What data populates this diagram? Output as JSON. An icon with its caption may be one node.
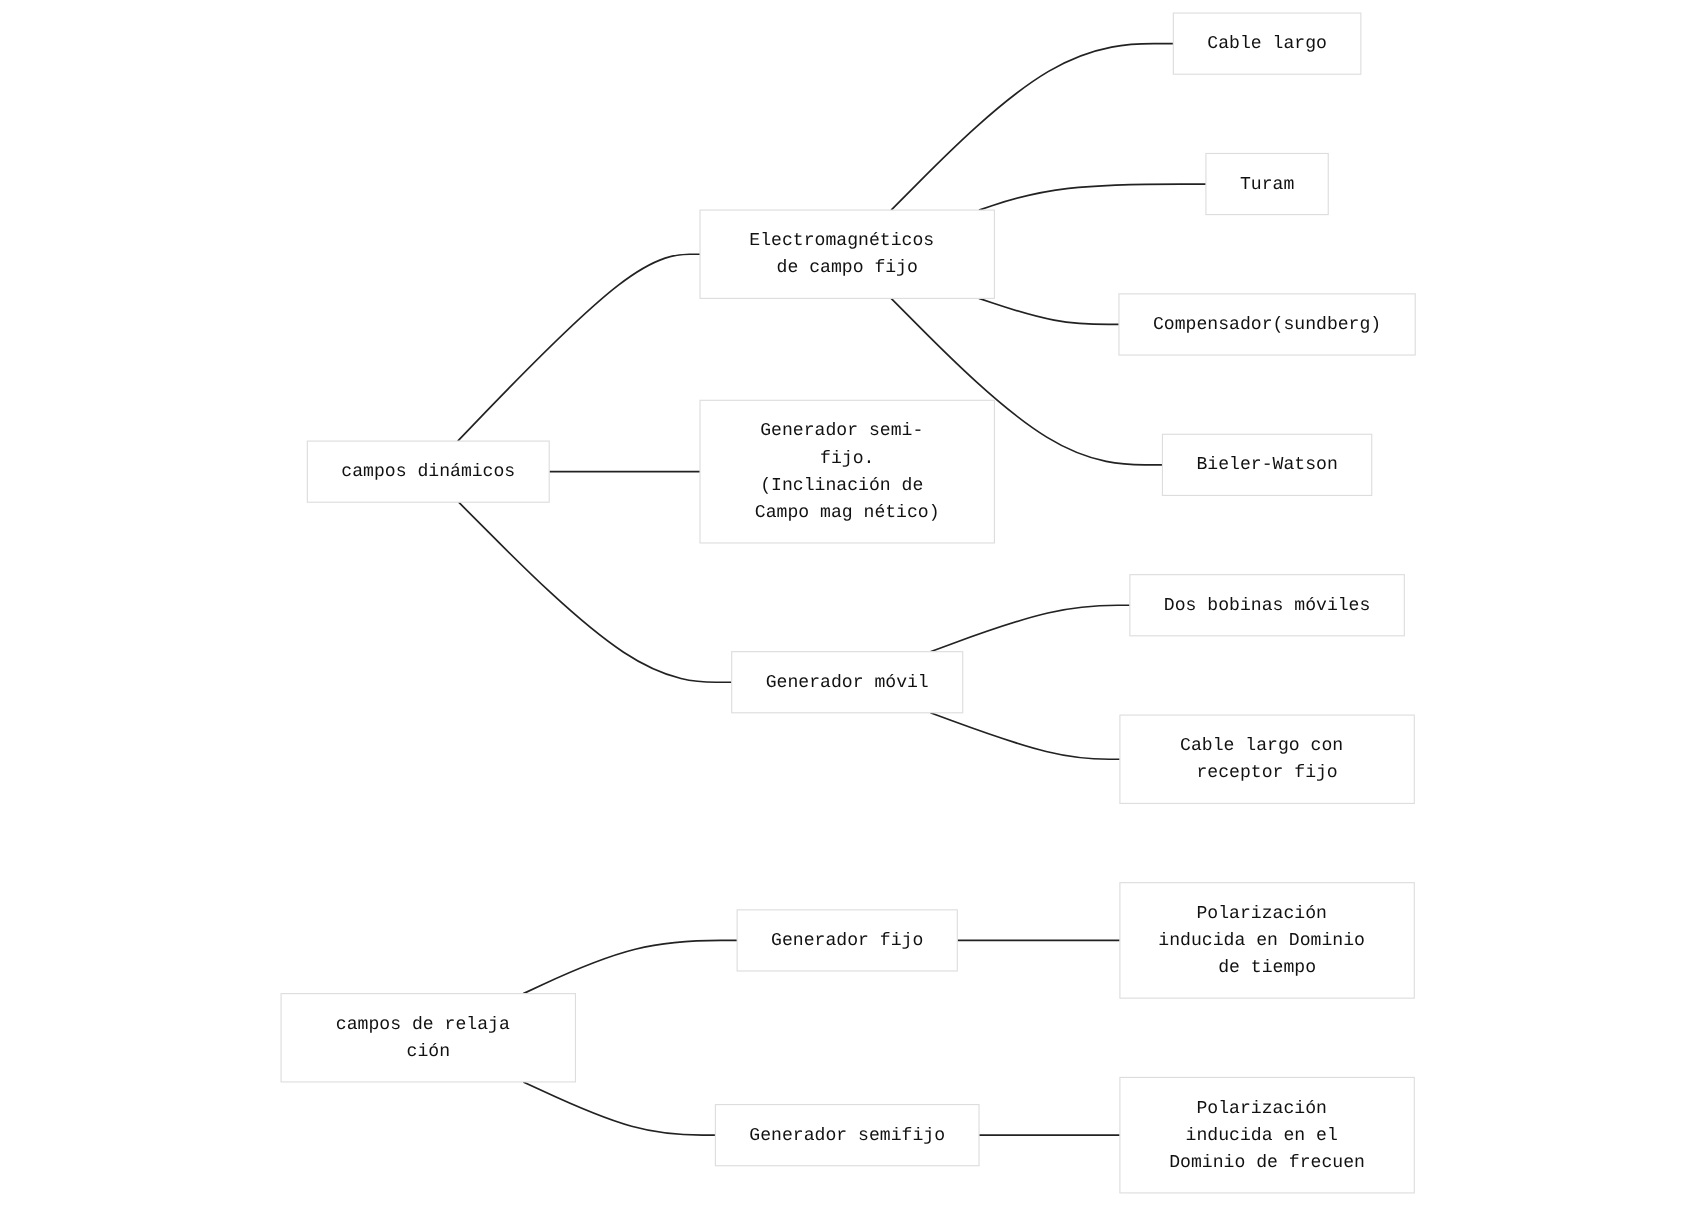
{
  "diagram": {
    "nodes": [
      {
        "text": [
          "campos dinámicos"
        ]
      },
      {
        "text": [
          "Electromagnéticos de campo fijo"
        ]
      },
      {
        "text": [
          "Cable largo"
        ]
      },
      {
        "text": [
          "Turam"
        ]
      },
      {
        "text": [
          "Compensador(sundberg)"
        ]
      },
      {
        "text": [
          "Bieler-Watson"
        ]
      },
      {
        "text": [
          "Generador semi- fijo.",
          "(Inclinación de Campo mag nético)"
        ]
      },
      {
        "text": [
          "Generador móvil"
        ]
      },
      {
        "text": [
          "Dos bobinas móviles"
        ]
      },
      {
        "text": [
          "Cable largo con receptor fijo"
        ]
      },
      {
        "text": [
          "campos de relaja ción"
        ]
      },
      {
        "text": [
          "Generador fijo"
        ]
      },
      {
        "text": [
          "Polarización inducida en Dominio de tiempo"
        ]
      },
      {
        "text": [
          "Generador semifijo"
        ]
      },
      {
        "text": [
          "Polarización inducida en el Dominio de frecuen"
        ]
      }
    ],
    "edges": [
      {
        "from": 0,
        "to": 1,
        "arrow": "none"
      },
      {
        "from": 1,
        "to": 2,
        "arrow": "none"
      },
      {
        "from": 1,
        "to": 3,
        "arrow": "none"
      },
      {
        "from": 1,
        "to": 4,
        "arrow": "none"
      },
      {
        "from": 1,
        "to": 5,
        "arrow": "none"
      },
      {
        "from": 0,
        "to": 6,
        "arrow": "none"
      },
      {
        "from": 0,
        "to": 7,
        "arrow": "none"
      },
      {
        "from": 7,
        "to": 8,
        "arrow": "none"
      },
      {
        "from": 7,
        "to": 9,
        "arrow": "none"
      },
      {
        "from": 10,
        "to": 11,
        "arrow": "none"
      },
      {
        "from": 11,
        "to": 12,
        "arrow": "none"
      },
      {
        "from": 10,
        "to": 13,
        "arrow": "none"
      },
      {
        "from": 13,
        "to": 14,
        "arrow": "none"
      }
    ]
  }
}
